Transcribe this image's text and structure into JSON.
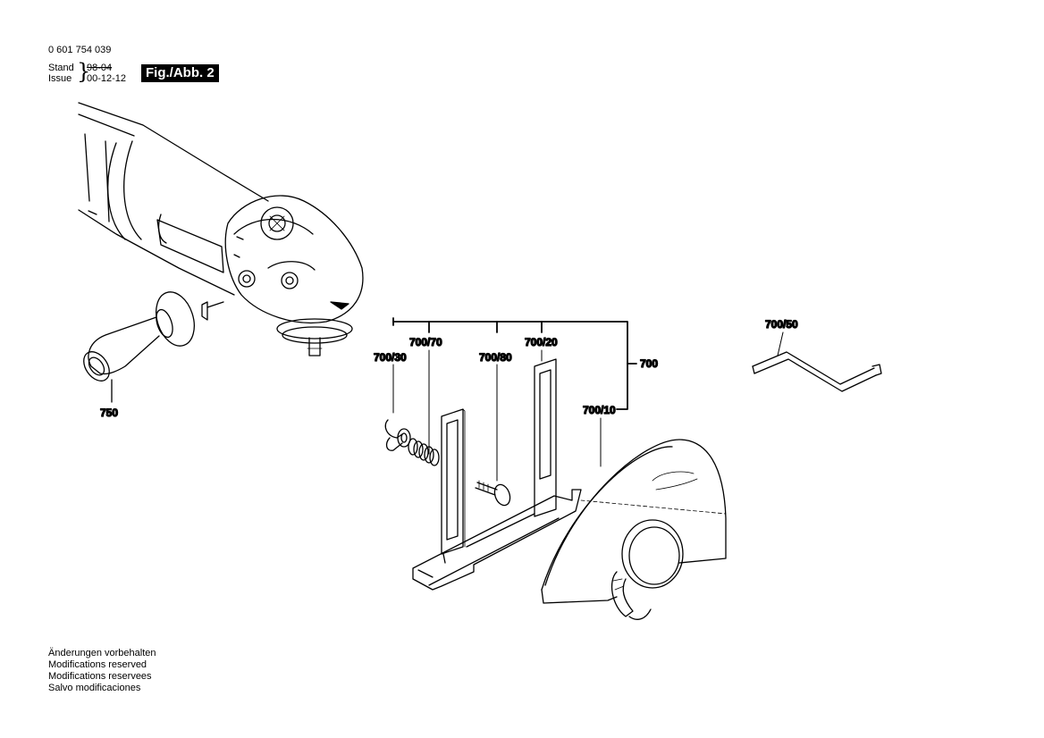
{
  "header": {
    "doc_number": "0 601 754 039",
    "stand_label": "Stand",
    "issue_label": "Issue",
    "stand_date": "98-04",
    "issue_date": "00-12-12",
    "figure_label": "Fig./Abb. 2"
  },
  "parts": {
    "handle": "750",
    "wing_nut": "700/30",
    "spring": "700/70",
    "bolt": "700/80",
    "guide": "700/20",
    "assembly": "700",
    "guard": "700/10",
    "key": "700/50"
  },
  "footnotes": [
    "Änderungen vorbehalten",
    "Modifications reserved",
    "Modifications reservees",
    "Salvo modificaciones"
  ]
}
